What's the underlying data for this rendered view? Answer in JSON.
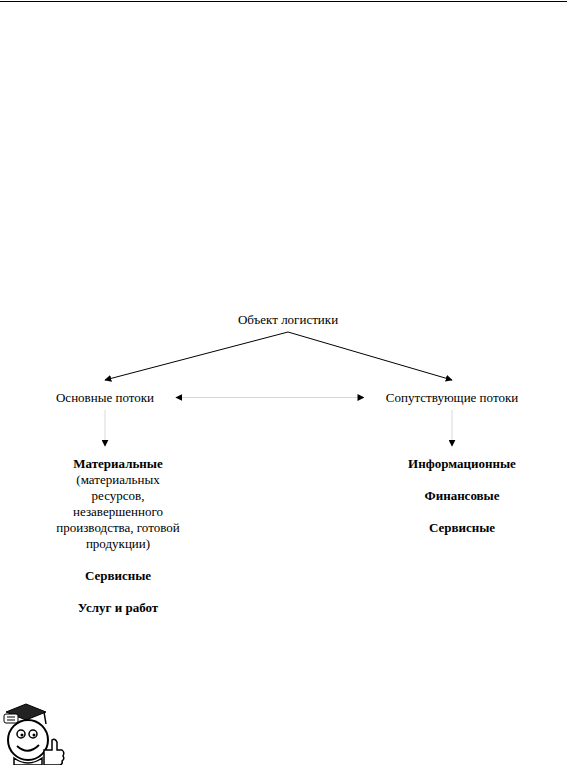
{
  "diagram": {
    "nodes": [
      {
        "text": [
          "Объект логистики"
        ]
      },
      {
        "text": [
          "Основные потоки"
        ]
      },
      {
        "text": [
          "Сопутствующие потоки"
        ]
      },
      {
        "text": [
          "Материальные",
          "(материальных ресурсов, незавершенного производства, готовой продукции)",
          "Сервисные",
          "Услуг и работ"
        ]
      },
      {
        "text": [
          "Информационные",
          "Финансовые",
          "Сервисные"
        ]
      }
    ],
    "edges": [
      {
        "from": 0,
        "to": 1,
        "arrow": "to"
      },
      {
        "from": 0,
        "to": 2,
        "arrow": "to"
      },
      {
        "from": 1,
        "to": 2,
        "arrow": "both"
      },
      {
        "from": 1,
        "to": 3,
        "arrow": "to"
      },
      {
        "from": 2,
        "to": 4,
        "arrow": "to"
      }
    ]
  }
}
